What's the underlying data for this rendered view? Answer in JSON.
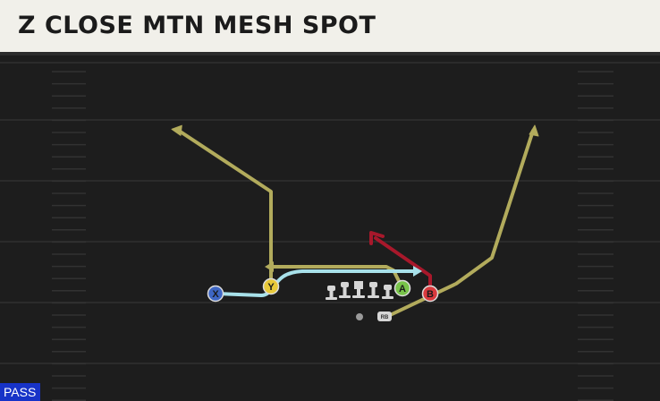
{
  "header": {
    "title": "Z CLOSE MTN MESH SPOT"
  },
  "badge": {
    "play_type": "PASS"
  },
  "colors": {
    "route_yellow": "#b2ab5c",
    "route_red": "#a8182b",
    "route_blue": "#a8e1ea",
    "receiver_x": "#3e66c4",
    "receiver_y": "#e8c93a",
    "receiver_a": "#78c34a",
    "receiver_b": "#d93a3d",
    "lineman": "#d6d6d6",
    "field": "#1d1d1d",
    "yard_line": "#303030"
  },
  "players": {
    "x": {
      "label": "X",
      "icon": "circle-receiver"
    },
    "y": {
      "label": "Y",
      "icon": "circle-receiver"
    },
    "a": {
      "label": "A",
      "icon": "circle-receiver"
    },
    "b": {
      "label": "B",
      "icon": "circle-receiver"
    },
    "rb": {
      "label": "RB",
      "icon": "rb-marker"
    },
    "qb": {
      "icon": "dot"
    },
    "linemen": {
      "count": 5,
      "icon": "lineman-marker"
    }
  }
}
